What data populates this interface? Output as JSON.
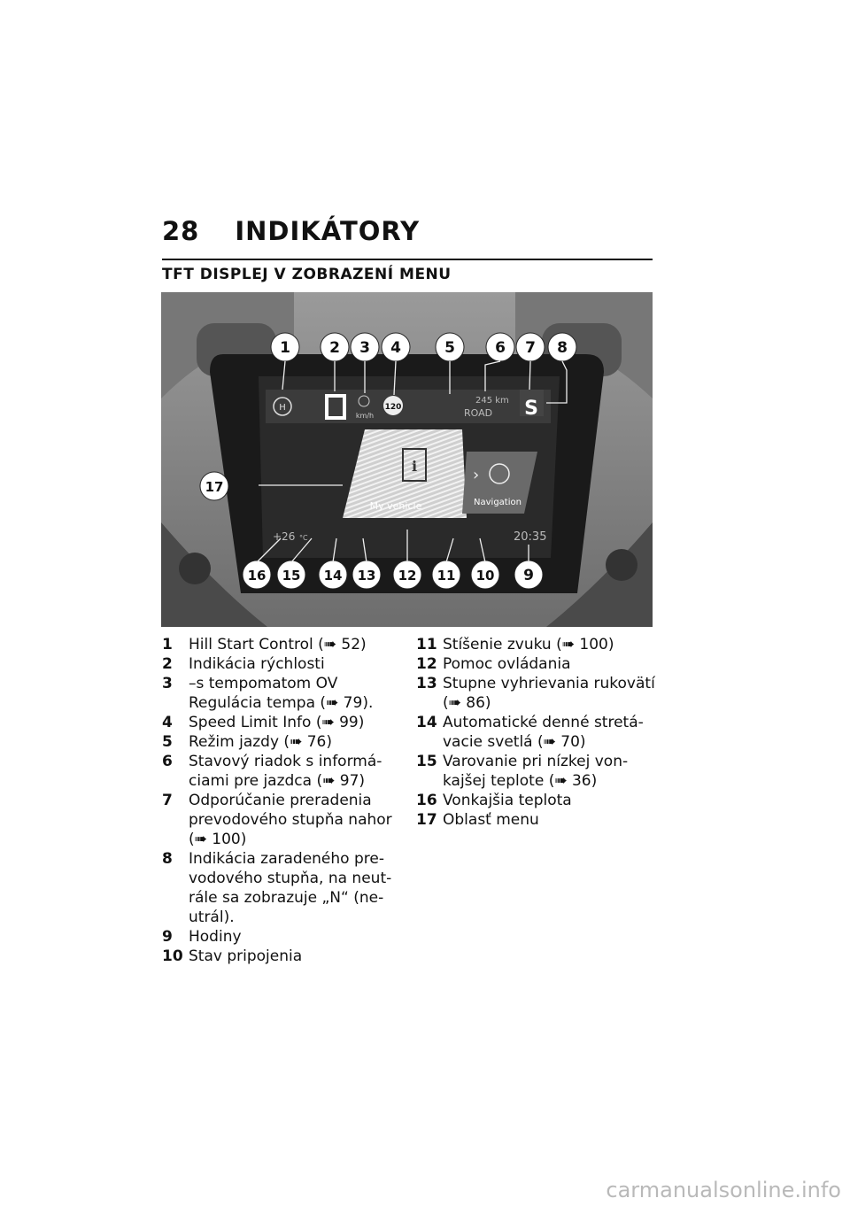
{
  "header": {
    "page_number": "28",
    "chapter_title": "INDIKÁTORY",
    "section_title": "TFT DISPLEJ V ZOBRAZENÍ MENU"
  },
  "figure": {
    "callouts": [
      "1",
      "2",
      "3",
      "4",
      "5",
      "6",
      "7",
      "8",
      "9",
      "10",
      "11",
      "12",
      "13",
      "14",
      "15",
      "16",
      "17"
    ],
    "screen": {
      "speed_unit": "km/h",
      "speed_limit": "120",
      "range": "245 km",
      "mode": "ROAD",
      "gear": "S",
      "menu_item_1": "My vehicle",
      "menu_item_2": "Navigation",
      "temperature": "+26",
      "temp_unit": "°C",
      "clock": "20:35",
      "current_gear": "0"
    }
  },
  "legend_left": [
    {
      "n": "1",
      "lines": [
        "Hill Start Control (➠ 52)"
      ]
    },
    {
      "n": "2",
      "lines": [
        "Indikácia rýchlosti"
      ]
    },
    {
      "n": "3",
      "lines": [
        "–s tempomatom OV",
        "Regulácia tempa (➠ 79)."
      ]
    },
    {
      "n": "4",
      "lines": [
        "Speed Limit Info (➠ 99)"
      ]
    },
    {
      "n": "5",
      "lines": [
        "Režim jazdy (➠ 76)"
      ]
    },
    {
      "n": "6",
      "lines": [
        "Stavový riadok s informá-",
        "ciami pre jazdca (➠ 97)"
      ]
    },
    {
      "n": "7",
      "lines": [
        "Odporúčanie preradenia",
        "prevodového stupňa nahor",
        "(➠ 100)"
      ]
    },
    {
      "n": "8",
      "lines": [
        "Indikácia zaradeného pre-",
        "vodového stupňa, na neut-",
        "rále sa zobrazuje „N“ (ne-",
        "utrál)."
      ]
    },
    {
      "n": "9",
      "lines": [
        "Hodiny"
      ]
    },
    {
      "n": "10",
      "lines": [
        "Stav pripojenia"
      ]
    }
  ],
  "legend_right": [
    {
      "n": "11",
      "lines": [
        "Stíšenie zvuku (➠ 100)"
      ]
    },
    {
      "n": "12",
      "lines": [
        "Pomoc ovládania"
      ]
    },
    {
      "n": "13",
      "lines": [
        "Stupne vyhrievania rukovätí",
        "(➠ 86)"
      ]
    },
    {
      "n": "14",
      "lines": [
        "Automatické denné stretá-",
        "vacie svetlá (➠ 70)"
      ]
    },
    {
      "n": "15",
      "lines": [
        "Varovanie pri nízkej von-",
        "kajšej teplote (➠ 36)"
      ]
    },
    {
      "n": "16",
      "lines": [
        "Vonkajšia teplota"
      ]
    },
    {
      "n": "17",
      "lines": [
        "Oblasť menu"
      ]
    }
  ],
  "watermark": "carmanualsonline.info"
}
